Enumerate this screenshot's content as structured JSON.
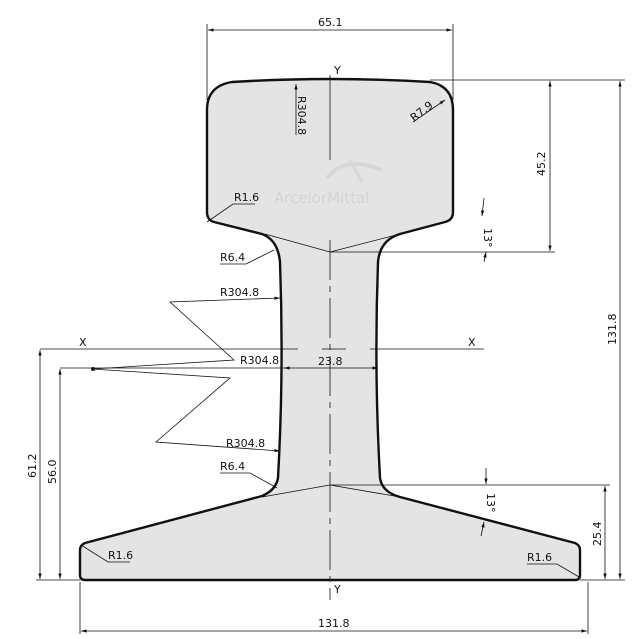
{
  "drawing": {
    "watermark": "ArcelorMittal",
    "axis_labels": {
      "y_top": "Y",
      "y_bottom": "Y",
      "x_left": "X",
      "x_right": "X"
    },
    "dimensions": {
      "head_width": "65.1",
      "head_height": "45.2",
      "total_height": "131.8",
      "base_width": "131.8",
      "web_thickness": "23.8",
      "base_height": "25.4",
      "neutral_axis_height": "61.2",
      "web_center_height": "56.0",
      "head_angle": "13°",
      "base_angle": "13°"
    },
    "radii": {
      "crown": "R304.8",
      "head_corner": "R7.9",
      "head_underside": "R1.6",
      "upper_fillet": "R6.4",
      "web_upper": "R304.8",
      "web_mid": "R304.8",
      "web_lower": "R304.8",
      "lower_fillet": "R6.4",
      "base_left": "R1.6",
      "base_right": "R1.6"
    }
  }
}
